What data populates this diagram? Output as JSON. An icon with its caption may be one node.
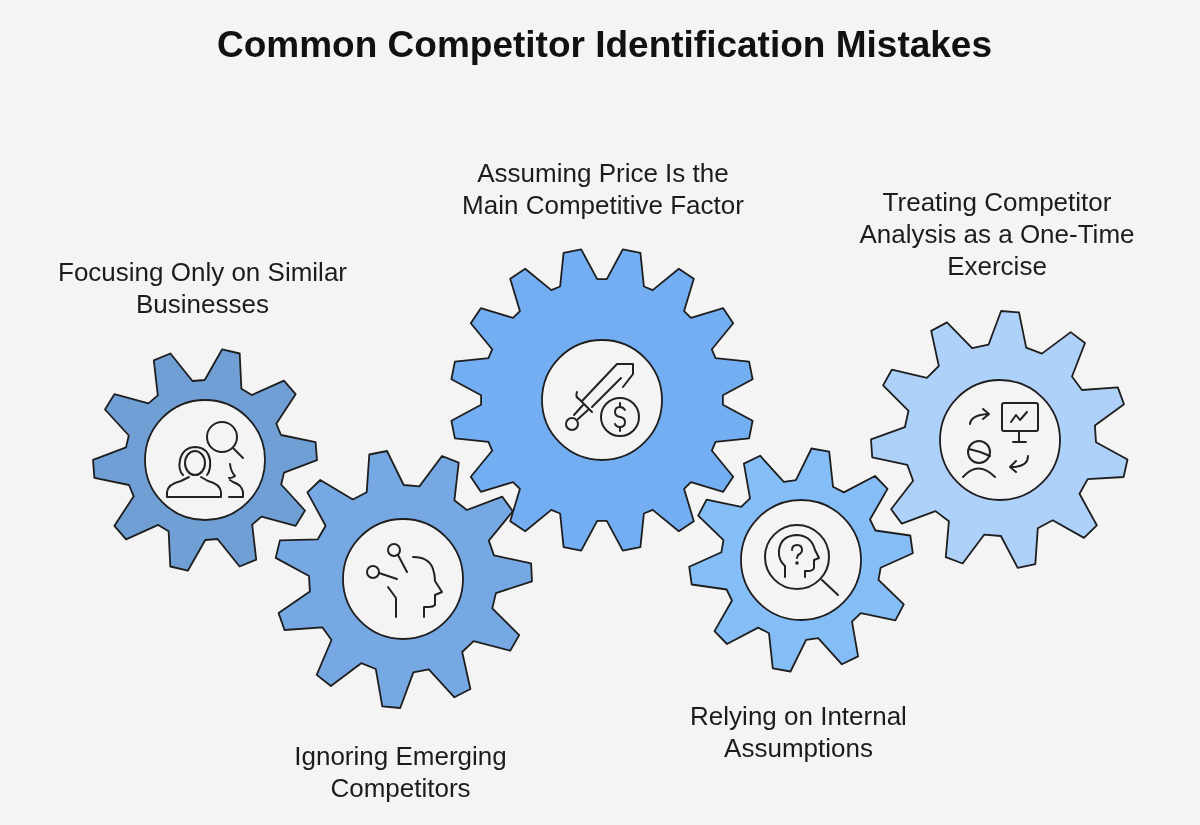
{
  "diagram": {
    "title": "Common Competitor Identification Mistakes",
    "nodes": [
      {
        "text": [
          "Focusing Only on Similar Businesses"
        ]
      },
      {
        "text": [
          "Ignoring Emerging Competitors"
        ]
      },
      {
        "text": [
          "Assuming Price Is the Main Competitive Factor"
        ]
      },
      {
        "text": [
          "Relying on Internal Assumptions"
        ]
      },
      {
        "text": [
          "Treating Competitor Analysis as a One-Time Exercise"
        ]
      }
    ]
  }
}
